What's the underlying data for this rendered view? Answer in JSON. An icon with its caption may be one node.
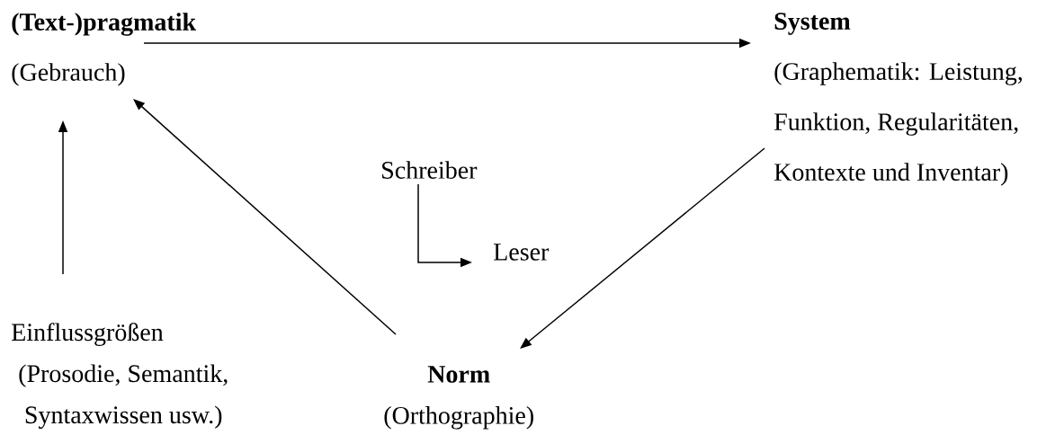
{
  "diagram": {
    "nodes": [
      {
        "text": [
          "(Text-)pragmatik",
          "(Gebrauch)"
        ]
      },
      {
        "text": [
          "System",
          "(Graphematik: Leistung, Funktion, Regularitäten, Kontexte und Inventar)"
        ]
      },
      {
        "text": [
          "Schreiber"
        ]
      },
      {
        "text": [
          "Leser"
        ]
      },
      {
        "text": [
          "Einflussgrößen",
          "(Prosodie, Semantik, Syntaxwissen usw.)"
        ]
      },
      {
        "text": [
          "Norm",
          "(Orthographie)"
        ]
      }
    ],
    "edges": [
      {
        "from": 0,
        "to": 1,
        "arrow": "to"
      },
      {
        "from": 5,
        "to": 0,
        "arrow": "to"
      },
      {
        "from": 1,
        "to": 5,
        "arrow": "to"
      },
      {
        "from": 4,
        "to": 0,
        "arrow": "to"
      },
      {
        "from": 2,
        "to": 3,
        "arrow": "to"
      }
    ]
  }
}
